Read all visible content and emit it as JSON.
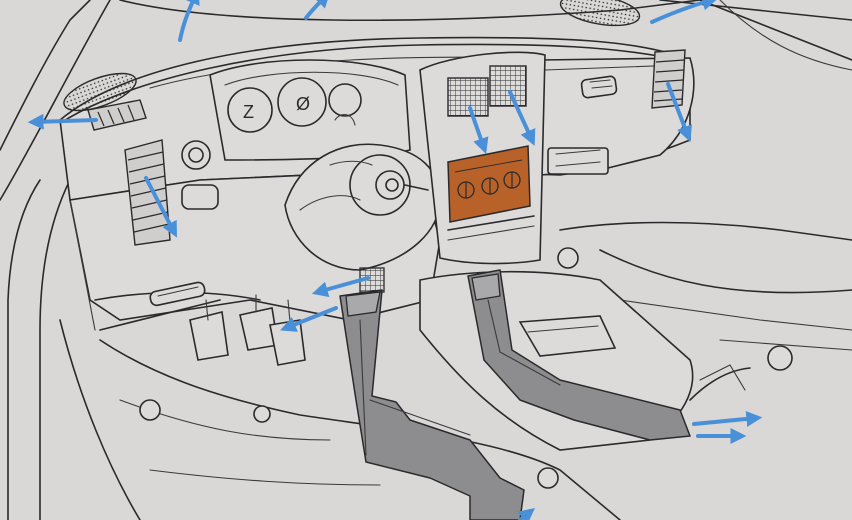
{
  "colors": {
    "background": "#d9d8d6",
    "line_art": "#2a2a2c",
    "airflow_arrow": "#4a90d9",
    "heater_panel": "#b8622a",
    "duct_fill": "#8d8c8e"
  },
  "instrument_cluster": {
    "gauge_marks": [
      "Z",
      "Ø"
    ]
  },
  "airflow_arrows": [
    "windscreen-demist-left",
    "windscreen-demist-center",
    "windscreen-demist-right",
    "side-window-left",
    "side-vent-left",
    "side-vent-right",
    "center-vent-left",
    "center-vent-right",
    "footwell-front",
    "footwell-front-lower",
    "rear-footwell-outlet",
    "rear-footwell-outlet-lower",
    "rear-duct-floor"
  ]
}
